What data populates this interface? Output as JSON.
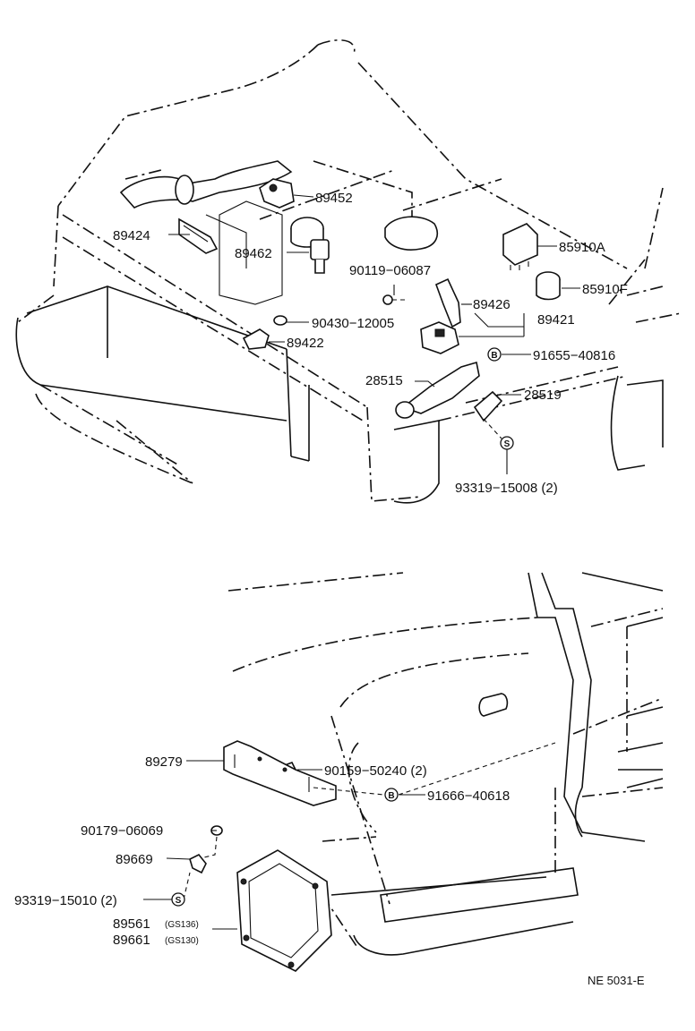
{
  "diagram_code": "NE 5031-E",
  "upper_view": {
    "callouts": [
      {
        "id": "89452",
        "text": "89452"
      },
      {
        "id": "89424",
        "text": "89424"
      },
      {
        "id": "89462",
        "text": "89462"
      },
      {
        "id": "90119-06087",
        "text": "90119−06087"
      },
      {
        "id": "89426",
        "text": "89426"
      },
      {
        "id": "89421",
        "text": "89421"
      },
      {
        "id": "90430-12005",
        "text": "90430−12005"
      },
      {
        "id": "89422",
        "text": "89422"
      },
      {
        "id": "85910A",
        "text": "85910A"
      },
      {
        "id": "85910F",
        "text": "85910F"
      },
      {
        "id": "91655-40816",
        "text": "91655−40816"
      },
      {
        "id": "28515",
        "text": "28515"
      },
      {
        "id": "28519",
        "text": "28519"
      },
      {
        "id": "93319-15008",
        "text": "93319−15008 (2)"
      }
    ],
    "symbols": {
      "bolt": "B",
      "screw": "S"
    }
  },
  "lower_view": {
    "callouts": [
      {
        "id": "90159-50240",
        "text": "90159−50240 (2)"
      },
      {
        "id": "89279",
        "text": "89279"
      },
      {
        "id": "91666-40618",
        "text": "91666−40618"
      },
      {
        "id": "90179-06069",
        "text": "90179−06069"
      },
      {
        "id": "89669",
        "text": "89669"
      },
      {
        "id": "93319-15010",
        "text": "93319−15010 (2)"
      },
      {
        "id": "89561",
        "text": "89561",
        "note": "(GS136)"
      },
      {
        "id": "89661",
        "text": "89661",
        "note": "(GS130)"
      }
    ],
    "symbols": {
      "bolt": "B",
      "screw": "S"
    }
  }
}
